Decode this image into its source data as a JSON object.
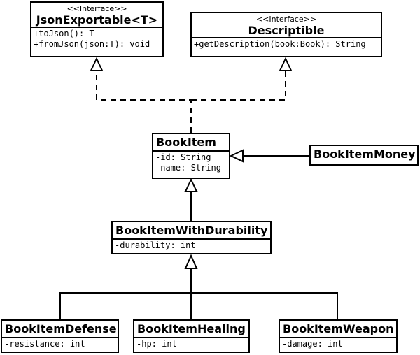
{
  "classes": {
    "json_exportable": {
      "stereotype": "<<Interface>>",
      "name": "JsonExportable<T>",
      "members": [
        "+toJson(): T",
        "+fromJson(json:T): void"
      ]
    },
    "descriptible": {
      "stereotype": "<<Interface>>",
      "name": "Descriptible",
      "members": [
        "+getDescription(book:Book): String"
      ]
    },
    "book_item": {
      "name": "BookItem",
      "members": [
        "-id: String",
        "-name: String"
      ]
    },
    "book_item_money": {
      "name": "BookItemMoney",
      "members": []
    },
    "book_item_with_durability": {
      "name": "BookItemWithDurability",
      "members": [
        "-durability: int"
      ]
    },
    "book_item_defense": {
      "name": "BookItemDefense",
      "members": [
        "-resistance: int"
      ]
    },
    "book_item_healing": {
      "name": "BookItemHealing",
      "members": [
        "-hp: int"
      ]
    },
    "book_item_weapon": {
      "name": "BookItemWeapon",
      "members": [
        "-damage: int"
      ]
    }
  }
}
